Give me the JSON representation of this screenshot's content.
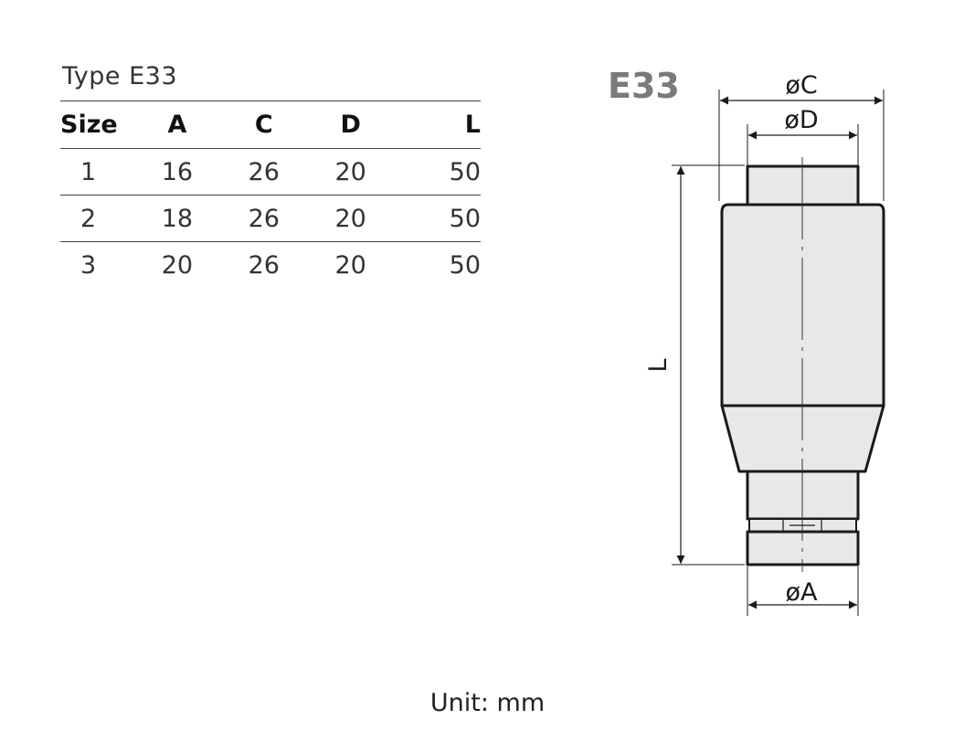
{
  "table": {
    "title": "Type E33",
    "headers": [
      "Size",
      "A",
      "C",
      "D",
      "L"
    ],
    "rows": [
      [
        "1",
        "16",
        "26",
        "20",
        "50"
      ],
      [
        "2",
        "18",
        "26",
        "20",
        "50"
      ],
      [
        "3",
        "20",
        "26",
        "20",
        "50"
      ]
    ]
  },
  "drawing": {
    "type_label": "E33",
    "dim_C": "øC",
    "dim_D": "øD",
    "dim_A": "øA",
    "dim_L": "L",
    "colors": {
      "body_fill": "#e8e8e8",
      "outline": "#1a1a1a",
      "label_gray": "#7a7a7a"
    }
  },
  "footer": {
    "unit": "Unit: mm"
  }
}
